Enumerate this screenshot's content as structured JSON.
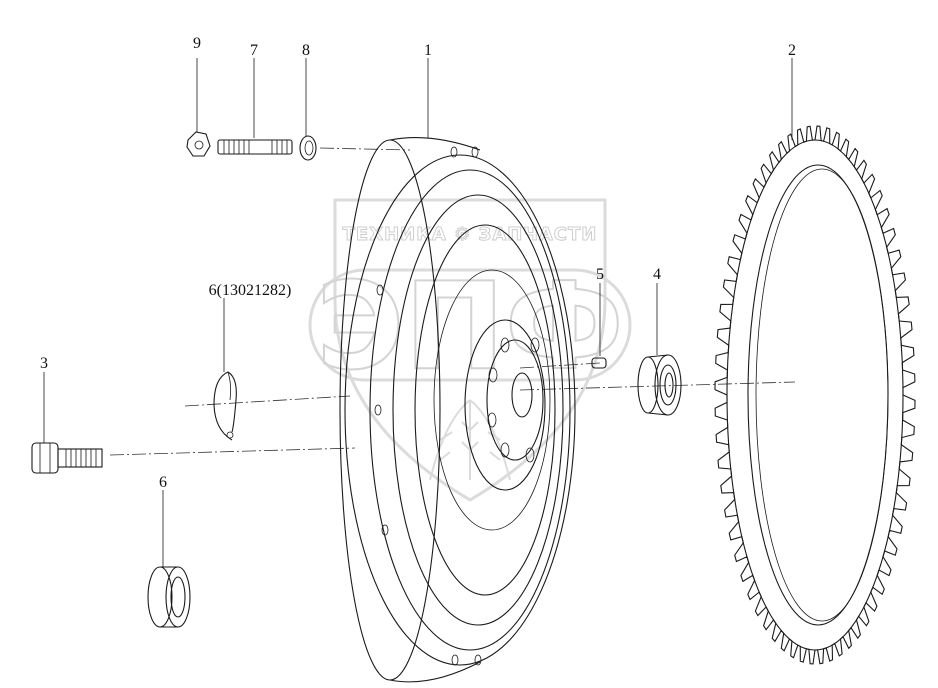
{
  "watermark": {
    "brand_line": "ТЕХНИКА ⚙ ЗАПЧАСТИ",
    "logo_letters": "ЭПФ"
  },
  "callouts": [
    {
      "id": "1",
      "label": "1"
    },
    {
      "id": "2",
      "label": "2"
    },
    {
      "id": "3",
      "label": "3"
    },
    {
      "id": "4",
      "label": "4"
    },
    {
      "id": "5",
      "label": "5"
    },
    {
      "id": "6",
      "label": "6"
    },
    {
      "id": "6b",
      "label": "6(13021282)"
    },
    {
      "id": "7",
      "label": "7"
    },
    {
      "id": "8",
      "label": "8"
    },
    {
      "id": "9",
      "label": "9"
    }
  ],
  "ring_gear": {
    "teeth": 64
  }
}
